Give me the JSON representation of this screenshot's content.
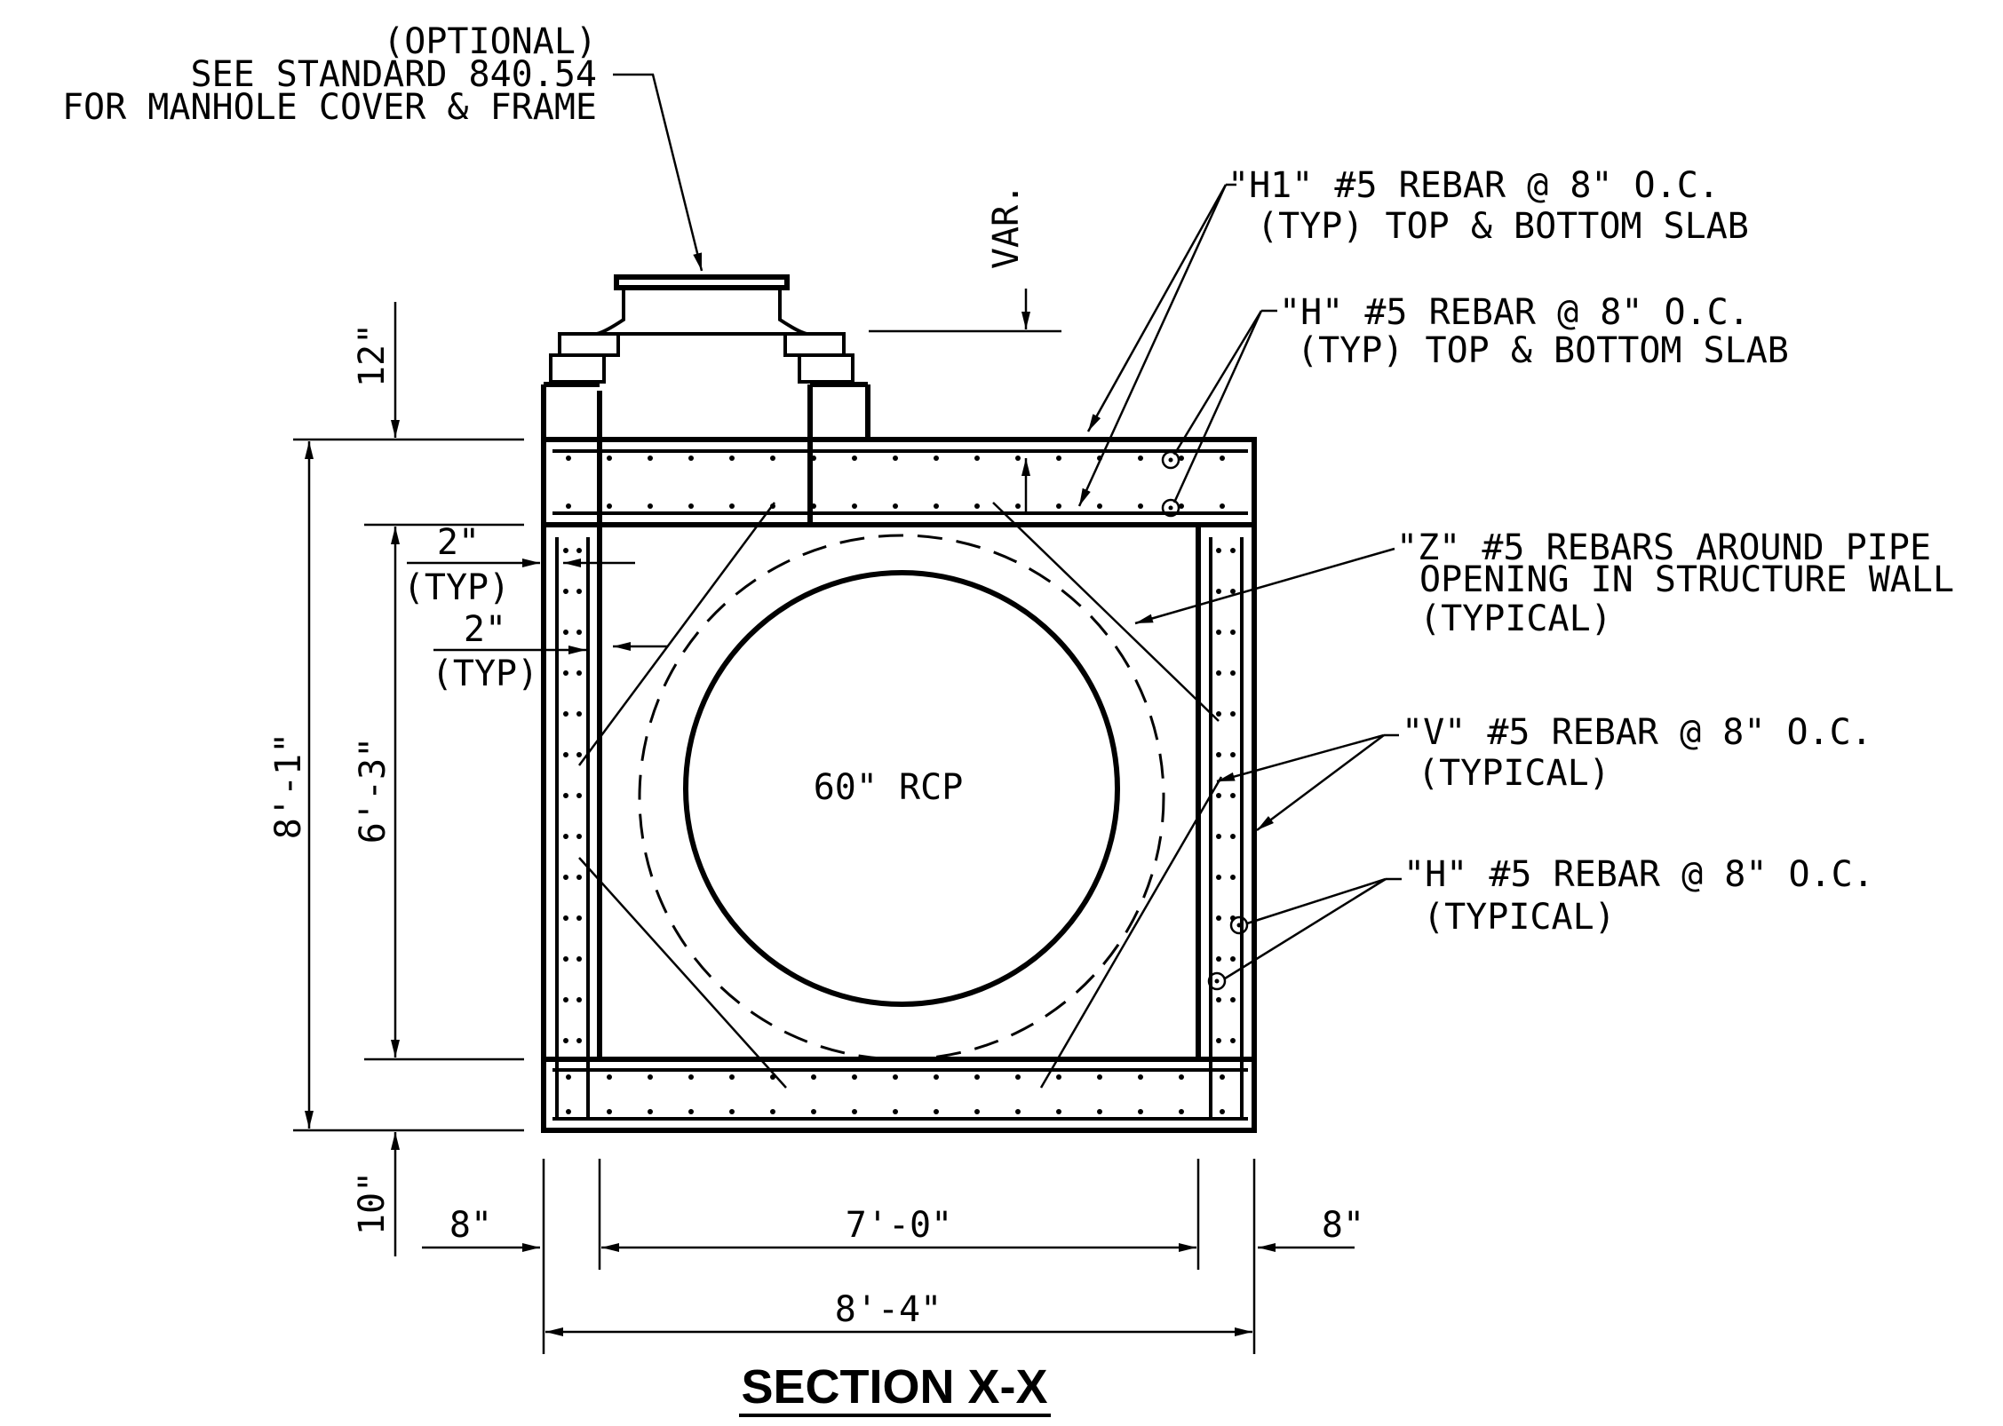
{
  "title": "SECTION X-X",
  "notes": {
    "cover": [
      "(OPTIONAL)",
      "SEE STANDARD 840.54",
      "FOR MANHOLE COVER & FRAME"
    ],
    "h1": [
      "\"H1\" #5 REBAR @ 8\" O.C.",
      "(TYP) TOP & BOTTOM SLAB"
    ],
    "h_slab": [
      "\"H\" #5 REBAR @ 8\" O.C.",
      "(TYP) TOP & BOTTOM SLAB"
    ],
    "z": [
      "\"Z\" #5 REBARS AROUND PIPE",
      "OPENING IN STRUCTURE WALL",
      "(TYPICAL)"
    ],
    "v": [
      "\"V\" #5 REBAR @ 8\" O.C.",
      "(TYPICAL)"
    ],
    "h_wall": [
      "\"H\" #5 REBAR @ 8\" O.C.",
      "(TYPICAL)"
    ]
  },
  "pipe_label": "60\" RCP",
  "dimensions": {
    "var": "VAR.",
    "top_slab": "12\"",
    "overall_height": "8'-1\"",
    "inside_height": "6'-3\"",
    "bottom_slab": "10\"",
    "cover_typ_1": "2\"",
    "cover_typ_1_sub": "(TYP)",
    "cover_typ_2": "2\"",
    "cover_typ_2_sub": "(TYP)",
    "left_wall": "8\"",
    "right_wall": "8\"",
    "inside_width": "7'-0\"",
    "overall_width": "8'-4\""
  }
}
